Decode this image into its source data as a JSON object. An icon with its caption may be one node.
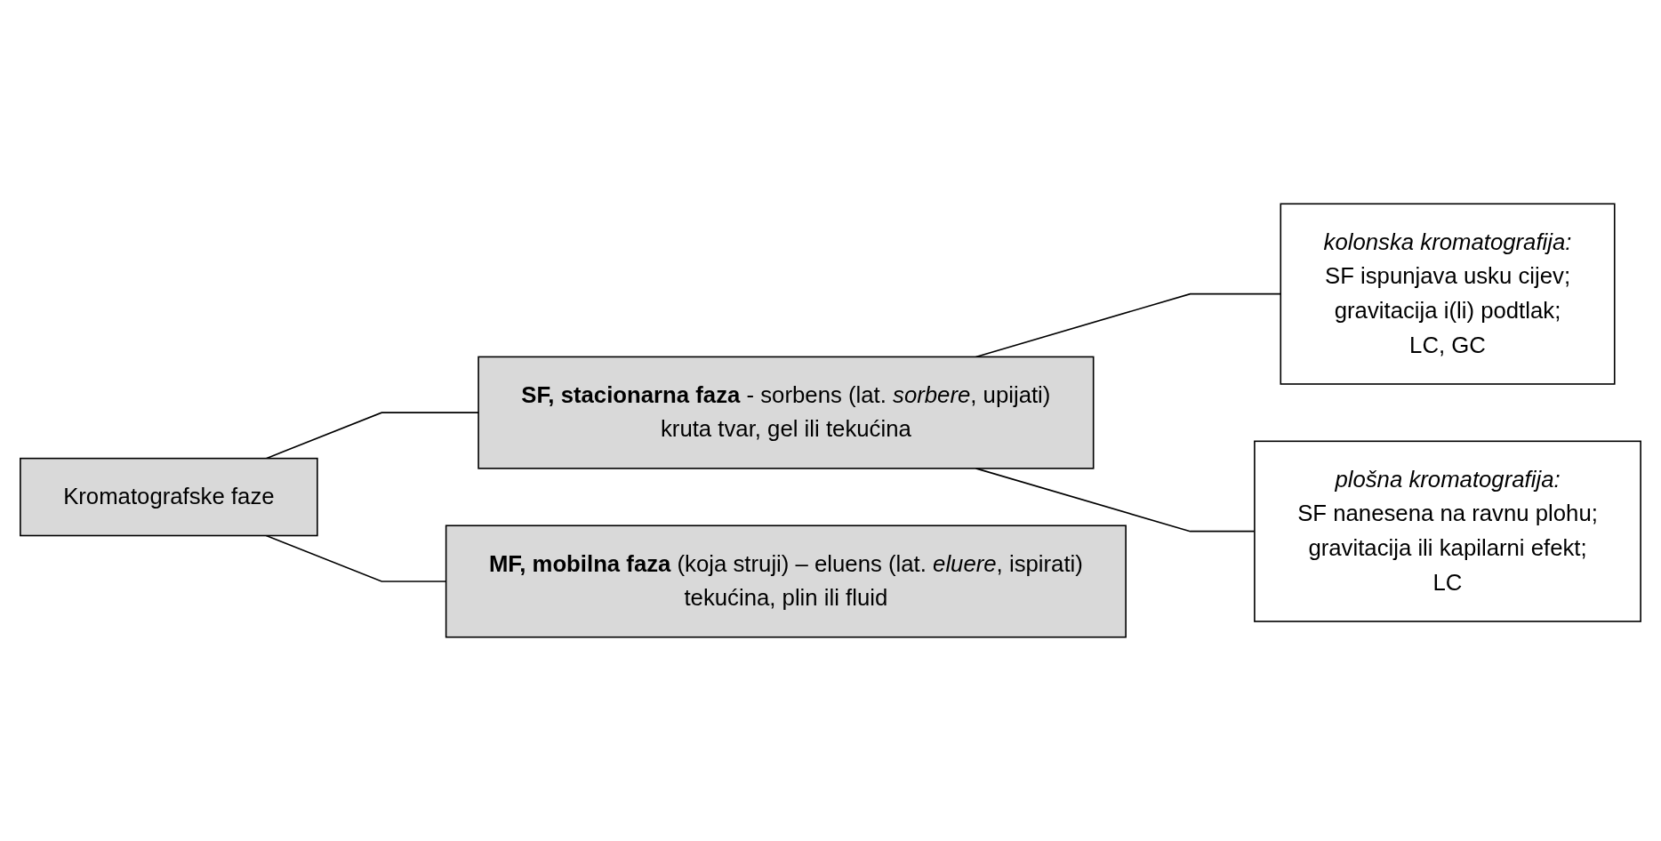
{
  "diagram": {
    "nodes": [
      {
        "text": [
          "Kromatografske faze"
        ]
      },
      {
        "text": [
          "**SF, stacionarna faza** - sorbens (lat. *sorbere*, upijati)",
          "kruta tvar, gel ili tekućina"
        ]
      },
      {
        "text": [
          "kolonska kromatografija:",
          "SF ispunjava usku cijev;",
          "gravitacija i(li) podtlak;",
          "LC, GC"
        ]
      },
      {
        "text": [
          "plošna kromatografija:",
          "SF nanesena na ravnu plohu;",
          "gravitacija ili kapilarni efekt;",
          "LC"
        ]
      },
      {
        "text": [
          "**MF, mobilna faza** (koja struji) – eluens (lat. *eluere*, ispirati)",
          "tekućina, plin ili fluid"
        ]
      }
    ],
    "edges": [
      {
        "from": 0,
        "to": 1,
        "arrow": "none"
      },
      {
        "from": 1,
        "to": 2,
        "arrow": "none"
      },
      {
        "from": 1,
        "to": 3,
        "arrow": "none"
      },
      {
        "from": 0,
        "to": 4,
        "arrow": "none"
      }
    ]
  }
}
